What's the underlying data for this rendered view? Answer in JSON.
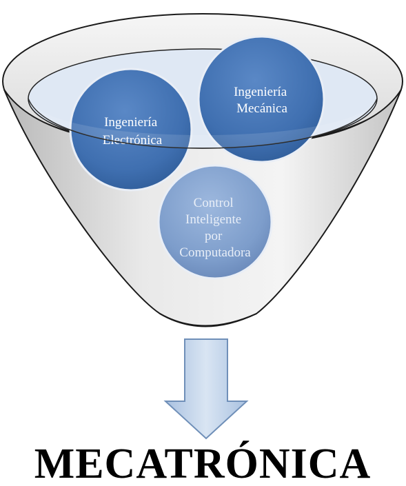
{
  "diagram": {
    "circles": {
      "electronica": {
        "lines": [
          "Ingeniería",
          "Electrónica"
        ]
      },
      "mecanica": {
        "lines": [
          "Ingeniería",
          "Mecánica"
        ]
      },
      "control": {
        "lines": [
          "Control",
          "Inteligente",
          "por",
          "Computadora"
        ]
      }
    },
    "result": "MECATRÓNICA"
  },
  "colors": {
    "circle_dark": "#3f6fb0",
    "circle_light": "#7a9ccb",
    "funnel_outline": "#000000",
    "arrow_fill": "#b9cde6",
    "arrow_stroke": "#6f8fb8"
  }
}
